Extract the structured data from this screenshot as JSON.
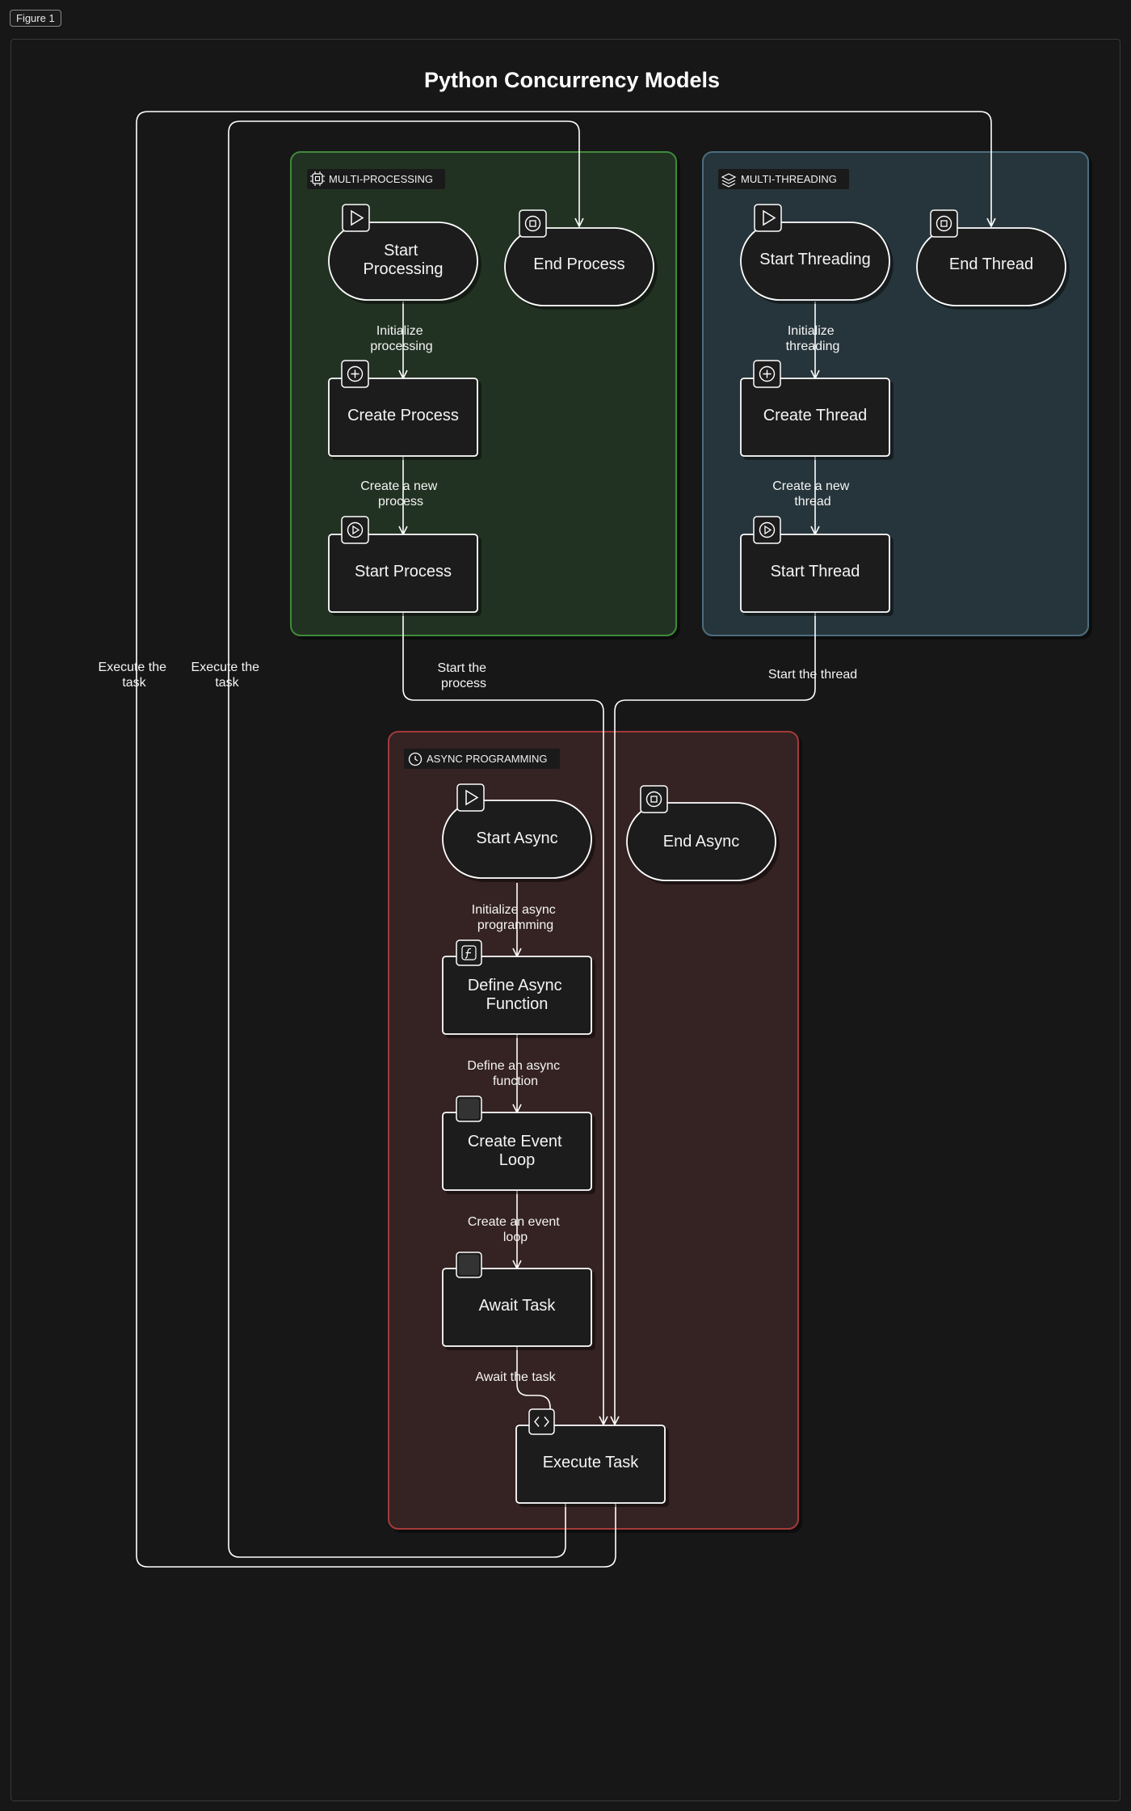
{
  "figure_label": "Figure 1",
  "title": "Python Concurrency Models",
  "groups": {
    "multiprocessing": "MULTI-PROCESSING",
    "multithreading": "MULTI-THREADING",
    "async": "ASYNC PROGRAMMING"
  },
  "nodes": {
    "start_processing": [
      "Start",
      "Processing"
    ],
    "end_process": "End Process",
    "create_process": "Create Process",
    "start_process": "Start Process",
    "start_threading": "Start Threading",
    "end_thread": "End Thread",
    "create_thread": "Create Thread",
    "start_thread": "Start Thread",
    "start_async": "Start Async",
    "end_async": "End Async",
    "define_async": [
      "Define Async",
      "Function"
    ],
    "create_event_loop": [
      "Create Event",
      "Loop"
    ],
    "await_task": "Await Task",
    "execute_task": "Execute Task"
  },
  "edge_labels": {
    "init_processing": [
      "Initialize",
      "processing"
    ],
    "create_new_process": [
      "Create a new",
      "process"
    ],
    "start_the_process": [
      "Start the",
      "process"
    ],
    "init_threading": [
      "Initialize",
      "threading"
    ],
    "create_new_thread": [
      "Create a new",
      "thread"
    ],
    "start_the_thread": "Start the thread",
    "init_async": [
      "Initialize async",
      "programming"
    ],
    "define_an_async": [
      "Define an async",
      "function"
    ],
    "create_an_event_loop": [
      "Create an event",
      "loop"
    ],
    "await_the_task": "Await the task",
    "execute_to_thread": [
      "Execute the",
      "task"
    ],
    "execute_to_process": [
      "Execute the",
      "task"
    ]
  },
  "colors": {
    "background": "#171717",
    "multiprocessing_fill": "#243024",
    "multiprocessing_border": "#3f8a3a",
    "multithreading_fill": "#27343a",
    "multithreading_border": "#4e6e7e",
    "async_fill": "#352424",
    "async_border": "#a33a3a",
    "node_fill": "#1d1d1d",
    "stroke": "#ffffff"
  },
  "icons": {
    "multiprocessing_group": "cpu-icon",
    "multithreading_group": "layers-icon",
    "async_group": "clock-icon",
    "start": "play-icon",
    "end": "stop-icon",
    "create": "plus-circle-icon",
    "start_step": "play-circle-icon",
    "define": "function-icon",
    "execute": "code-icon"
  }
}
